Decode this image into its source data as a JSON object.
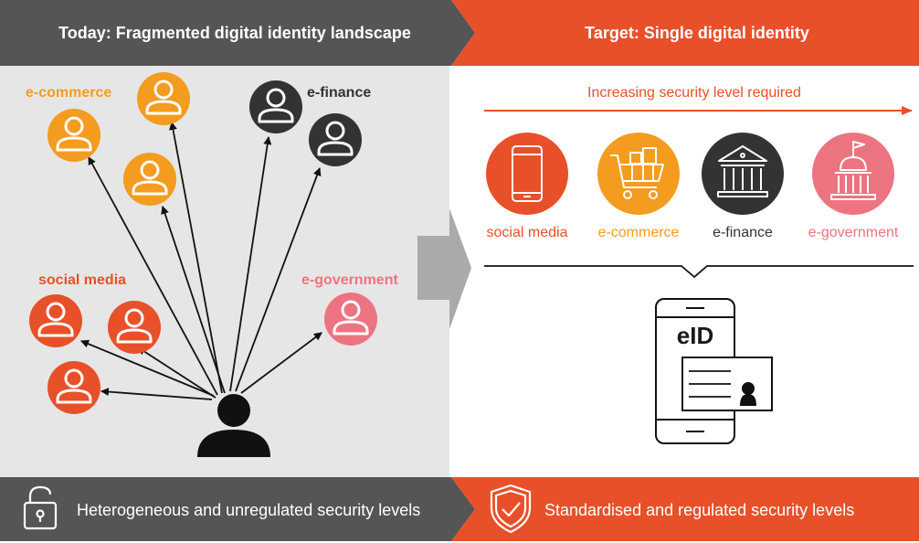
{
  "colors": {
    "orange_red": "#e8502a",
    "amber": "#f39c1f",
    "dark": "#333333",
    "pink": "#ec7480",
    "grey_header": "#555555",
    "panel_grey": "#e6e6e6",
    "arrow_grey": "#aaaaaa"
  },
  "left": {
    "header": "Today: Fragmented digital identity landscape",
    "groups": {
      "ecommerce": "e-commerce",
      "efinance": "e-finance",
      "social": "social media",
      "egov": "e-government"
    },
    "footer": "Heterogeneous and unregulated security levels",
    "footer_icon": "open-padlock-icon",
    "center_icon": "person-icon"
  },
  "right": {
    "header": "Target: Single digital identity",
    "security_arrow_label": "Increasing security level required",
    "categories": [
      {
        "label": "social media",
        "icon": "smartphone-icon",
        "color": "#e8502a"
      },
      {
        "label": "e-commerce",
        "icon": "shopping-cart-icon",
        "color": "#f39c1f"
      },
      {
        "label": "e-finance",
        "icon": "bank-icon",
        "color": "#333333"
      },
      {
        "label": "e-government",
        "icon": "government-building-icon",
        "color": "#ec7480"
      }
    ],
    "eid_label": "eID",
    "eid_icon": "phone-id-card-icon",
    "footer": "Standardised and regulated security levels",
    "footer_icon": "shield-check-icon"
  }
}
